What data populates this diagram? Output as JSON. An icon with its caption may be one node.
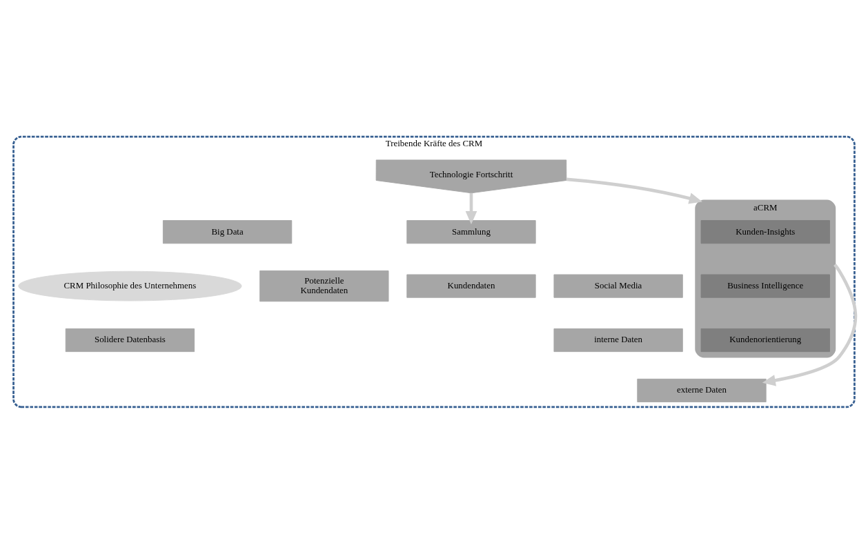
{
  "diagram": {
    "nodes": [
      {
        "text": [
          "Treibende Kräfte des CRM"
        ]
      },
      {
        "text": [
          "Technologie Fortschritt"
        ],
        "in": 0
      },
      {
        "text": [
          "Big Data"
        ],
        "in": 0
      },
      {
        "text": [
          "Sammlung"
        ],
        "in": 0
      },
      {
        "text": [
          "Kundendaten"
        ],
        "in": 0
      },
      {
        "text": [
          "Social Media"
        ],
        "in": 0
      },
      {
        "text": [
          "interne Daten"
        ],
        "in": 0
      },
      {
        "text": [
          "externe Daten"
        ],
        "in": 0
      },
      {
        "text": [
          "Potenzielle Kundendaten"
        ],
        "in": 0
      },
      {
        "text": [
          "CRM Philosophie des Unternehmens"
        ],
        "in": 0
      },
      {
        "text": [
          "aCRM"
        ],
        "in": 0
      },
      {
        "text": [
          "Kunden-Insights"
        ],
        "in": 10
      },
      {
        "text": [
          "Business Intelligence"
        ],
        "in": 10
      },
      {
        "text": [
          "Kundenorientierung"
        ],
        "in": 10
      },
      {
        "text": [
          "Solidere Datenbasis"
        ],
        "in": 0
      }
    ],
    "edges": [
      {
        "from": 1,
        "to": 3,
        "arrow": "to"
      },
      {
        "from": 1,
        "to": 10,
        "arrow": "to"
      },
      {
        "from": 10,
        "to": 7,
        "arrow": "to"
      }
    ]
  }
}
